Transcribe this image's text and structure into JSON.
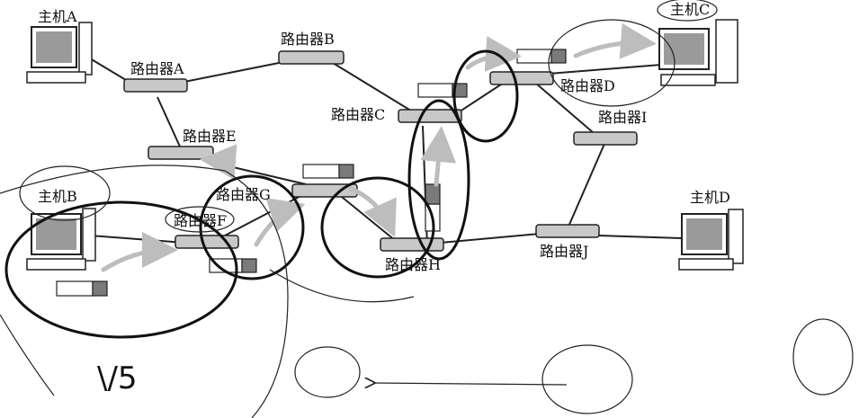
{
  "diagram": {
    "hosts": {
      "a": "主机A",
      "b": "主机B",
      "c": "主机C",
      "d": "主机D"
    },
    "routers": {
      "a": "路由器A",
      "b": "路由器B",
      "c": "路由器C",
      "d": "路由器D",
      "e": "路由器E",
      "f": "路由器F",
      "g": "路由器G",
      "h": "路由器H",
      "i": "路由器I",
      "j": "路由器J"
    },
    "handwriting": "\\/5",
    "colors": {
      "packet_fill": "#7a7a7a",
      "flow_arrow": "#bdbdbd"
    }
  }
}
